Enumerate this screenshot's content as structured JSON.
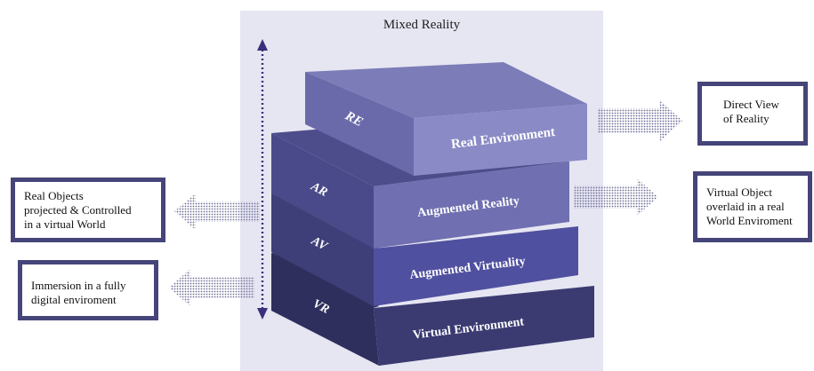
{
  "title": "Mixed Reality",
  "layers": [
    {
      "abbr": "RE",
      "name": "Real Environment"
    },
    {
      "abbr": "AR",
      "name": "Augmented Reality"
    },
    {
      "abbr": "AV",
      "name": "Augmented Virtuality"
    },
    {
      "abbr": "VR",
      "name": "Virtual Environment"
    }
  ],
  "callouts": {
    "direct_view": {
      "line1": "Direct View",
      "line2": "of Reality"
    },
    "virtual_object": {
      "line1": "Virtual Object",
      "line2": "overlaid in a real",
      "line3": "World Enviroment"
    },
    "real_objects": {
      "line1": "Real Objects",
      "line2": "projected & Controlled",
      "line3": "in a virtual World"
    },
    "immersion": {
      "line1": "Immersion in a fully",
      "line2": "digital enviroment"
    }
  },
  "colors": {
    "panel": "#e6e6f2",
    "re_top": "#7c7cb8",
    "re_left": "#6a6aaa",
    "re_front": "#8a8ac6",
    "ar_top": "#4d4d8c",
    "ar_left": "#4a4a8a",
    "ar_front": "#6f6fb1",
    "av_top": "#3e3e76",
    "av_left": "#3e3e78",
    "av_front": "#5050a0",
    "vr_top": "#30305e",
    "vr_left": "#2f2f5e",
    "vr_front": "#3b3b72",
    "border": "#45457a",
    "arrow": "#3a2f7a"
  },
  "icons": {
    "vertical_axis": "double-headed-dotted-arrow",
    "callout_arrows": "dotted-halftone-arrow"
  }
}
